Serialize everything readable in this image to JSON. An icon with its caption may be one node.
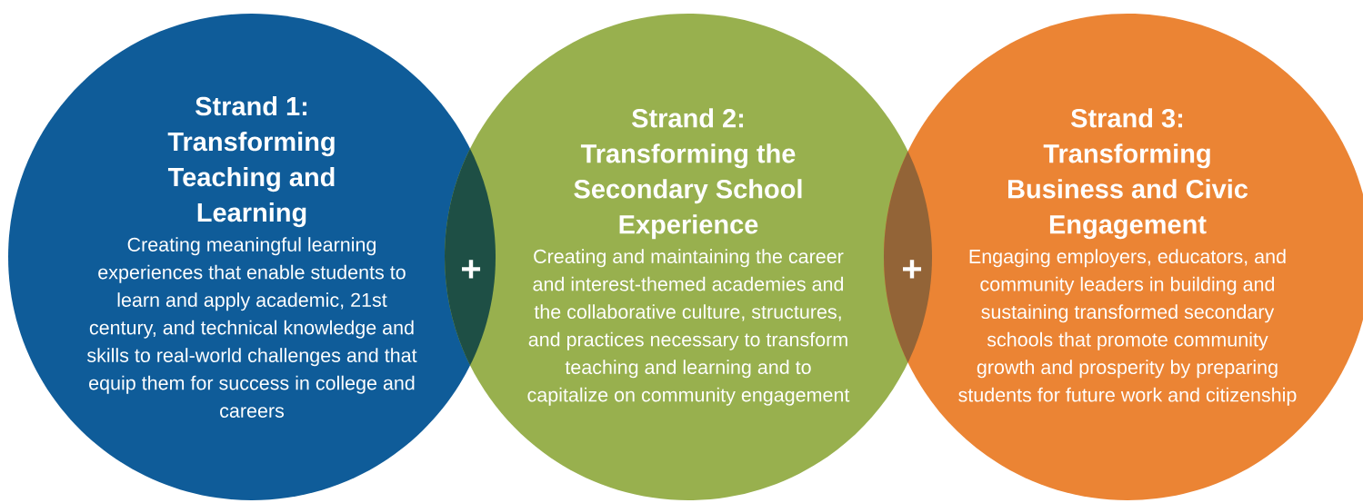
{
  "diagram": {
    "nodes": [
      {
        "text": [
          "Strand 1: Transforming Teaching and Learning",
          "Creating meaningful learning experiences that enable students to learn and apply academic, 21st century, and technical knowledge and skills to real-world challenges and that equip them for success in college and careers"
        ]
      },
      {
        "text": [
          "Strand 2: Transforming the Secondary School Experience",
          "Creating and maintaining the career and interest-themed academies and the collaborative culture, structures, and practices necessary to transform teaching and learning and to capitalize on community engagement"
        ]
      },
      {
        "text": [
          "Strand 3: Transforming Business and Civic Engagement",
          "Engaging employers, educators, and community leaders in building and sustaining transformed secondary schools that promote community growth and prosperity by preparing students for future work and citizenship"
        ]
      }
    ],
    "labels": [
      "+",
      "+"
    ]
  }
}
